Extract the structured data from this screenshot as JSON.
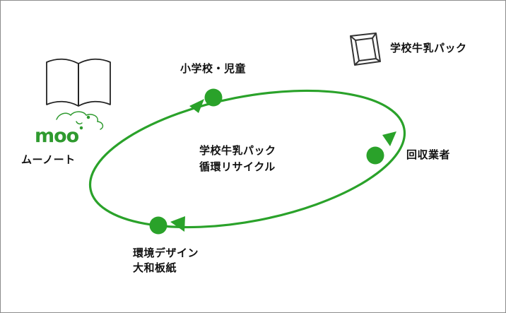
{
  "labels": {
    "school": "小学校・児童",
    "milk_pack": "学校牛乳パック",
    "collector": "回収業者",
    "paper_maker_line1": "環境デザイン",
    "paper_maker_line2": "大和板紙",
    "center_line1": "学校牛乳パック",
    "center_line2": "循環リサイクル",
    "notebook": "ムーノート",
    "logo": "moo"
  },
  "colors": {
    "cycle_green": "#2aa22a",
    "text": "#111111",
    "border": "#8c8c8c"
  },
  "icons": [
    "open-book-icon",
    "cow-icon",
    "milk-carton-icon"
  ]
}
